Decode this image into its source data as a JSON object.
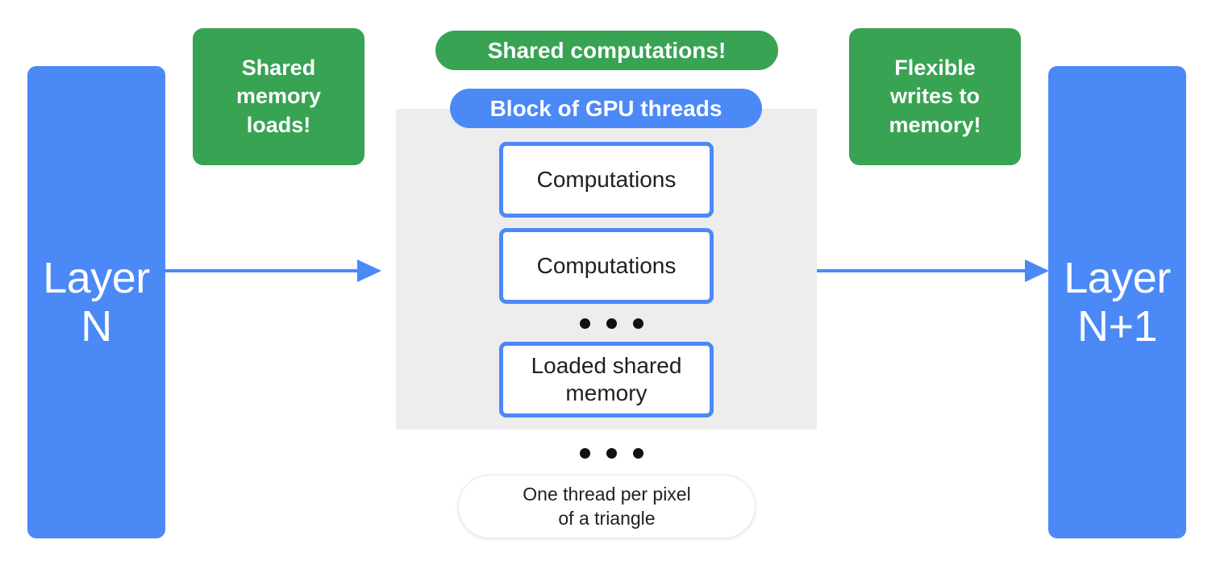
{
  "diagram": {
    "title": "GPU shared-memory block execution between neural network layers",
    "colors": {
      "blue": "#4b89f7",
      "green": "#37a353",
      "gray_block": "#ededed",
      "box_text": "#1f1f1f",
      "white": "#ffffff"
    },
    "layers": [
      {
        "id": "layer-n",
        "label": "Layer\nN"
      },
      {
        "id": "layer-n1",
        "label": "Layer\nN+1"
      }
    ],
    "callouts": [
      {
        "id": "shared-memory-loads",
        "label": "Shared\nmemory\nloads!"
      },
      {
        "id": "flexible-writes-memory",
        "label": "Flexible\nwrites to\nmemory!"
      }
    ],
    "pills": [
      {
        "id": "shared-computations",
        "label": "Shared computations!"
      },
      {
        "id": "block-of-gpu-threads",
        "label": "Block of GPU threads"
      }
    ],
    "thread_boxes": [
      {
        "id": "computations-1",
        "label": "Computations"
      },
      {
        "id": "computations-2",
        "label": "Computations"
      },
      {
        "id": "loaded-shared-memory",
        "label": "Loaded shared\nmemory"
      }
    ],
    "ellipsis": {
      "inner_label": "• • •",
      "outer_label": "• • •",
      "dot_count": 3
    },
    "thread_note": {
      "label": "One thread per pixel\nof a triangle"
    },
    "arrows": [
      {
        "id": "arrow-layer-n-to-block",
        "direction": "right"
      },
      {
        "id": "arrow-block-to-layer-n1",
        "direction": "right"
      }
    ]
  }
}
